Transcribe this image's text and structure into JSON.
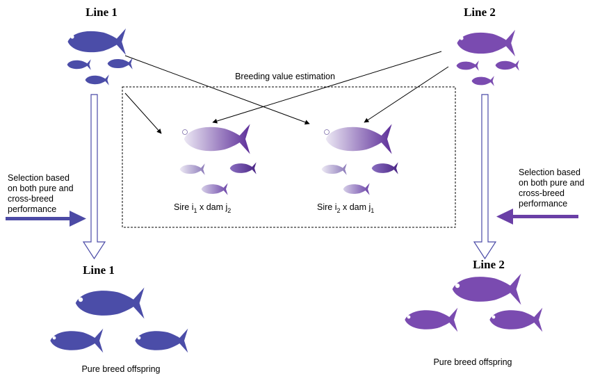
{
  "title_line1_top": "Line 1",
  "title_line2_top": "Line 2",
  "title_line1_bottom": "Line 1",
  "title_line2_bottom": "Line 2",
  "breeding_value_label": "Breeding value estimation",
  "cross1": {
    "sire": "Sire i",
    "sire_sub": "1",
    "mid": " x dam j",
    "dam_sub": "2"
  },
  "cross2": {
    "sire": "Sire i",
    "sire_sub": "2",
    "mid": " x dam j",
    "dam_sub": "1"
  },
  "selection_left": [
    "Selection based",
    "on both pure and",
    "cross-breed",
    "performance"
  ],
  "selection_right": [
    "Selection based",
    "on both pure and",
    "cross-breed",
    "performance"
  ],
  "offspring_left": "Pure breed offspring",
  "offspring_right": "Pure breed offspring",
  "colors": {
    "line1_fish": "#4b4da8",
    "line2_fish": "#7a4bb0",
    "gradient_light": "#ece8f4",
    "gradient_dark": "#5d2e99",
    "selection_arrow": "#4c4aa5",
    "hollow_arrow_stroke": "#4a4aa6"
  }
}
